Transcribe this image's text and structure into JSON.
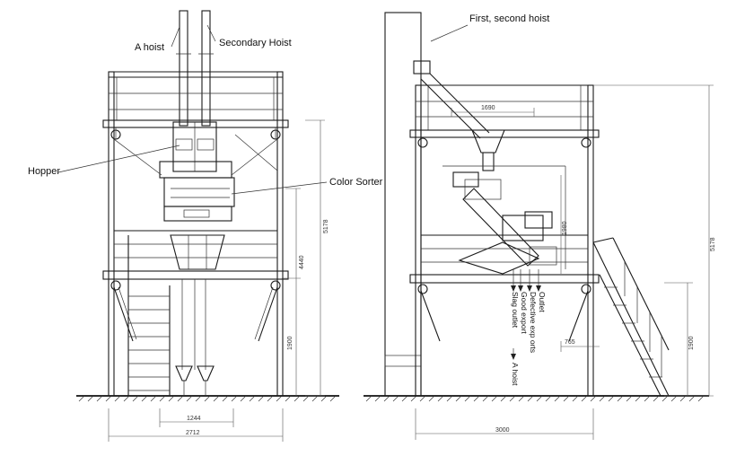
{
  "labels": {
    "a_hoist": "A hoist",
    "secondary_hoist": "Secondary Hoist",
    "hopper": "Hopper",
    "color_sorter": "Color Sorter",
    "first_second_hoist": "First, second hoist",
    "outlet": "Outlet",
    "defective_exports": "Defective exp orts",
    "good_export": "Good export",
    "slag_outlet": "Slag outlet",
    "a_hoist_arrow": "A hoist"
  },
  "dimensions": {
    "left_width_total": "2712",
    "left_width_inner": "1244",
    "left_height_total": "5178",
    "left_height_platform": "4440",
    "left_height_deck": "1900",
    "right_width_total": "3000",
    "right_top_width": "1690",
    "right_inner_height": "1980",
    "right_stair_width": "765",
    "right_height_total": "5178",
    "right_height_deck": "1900"
  }
}
